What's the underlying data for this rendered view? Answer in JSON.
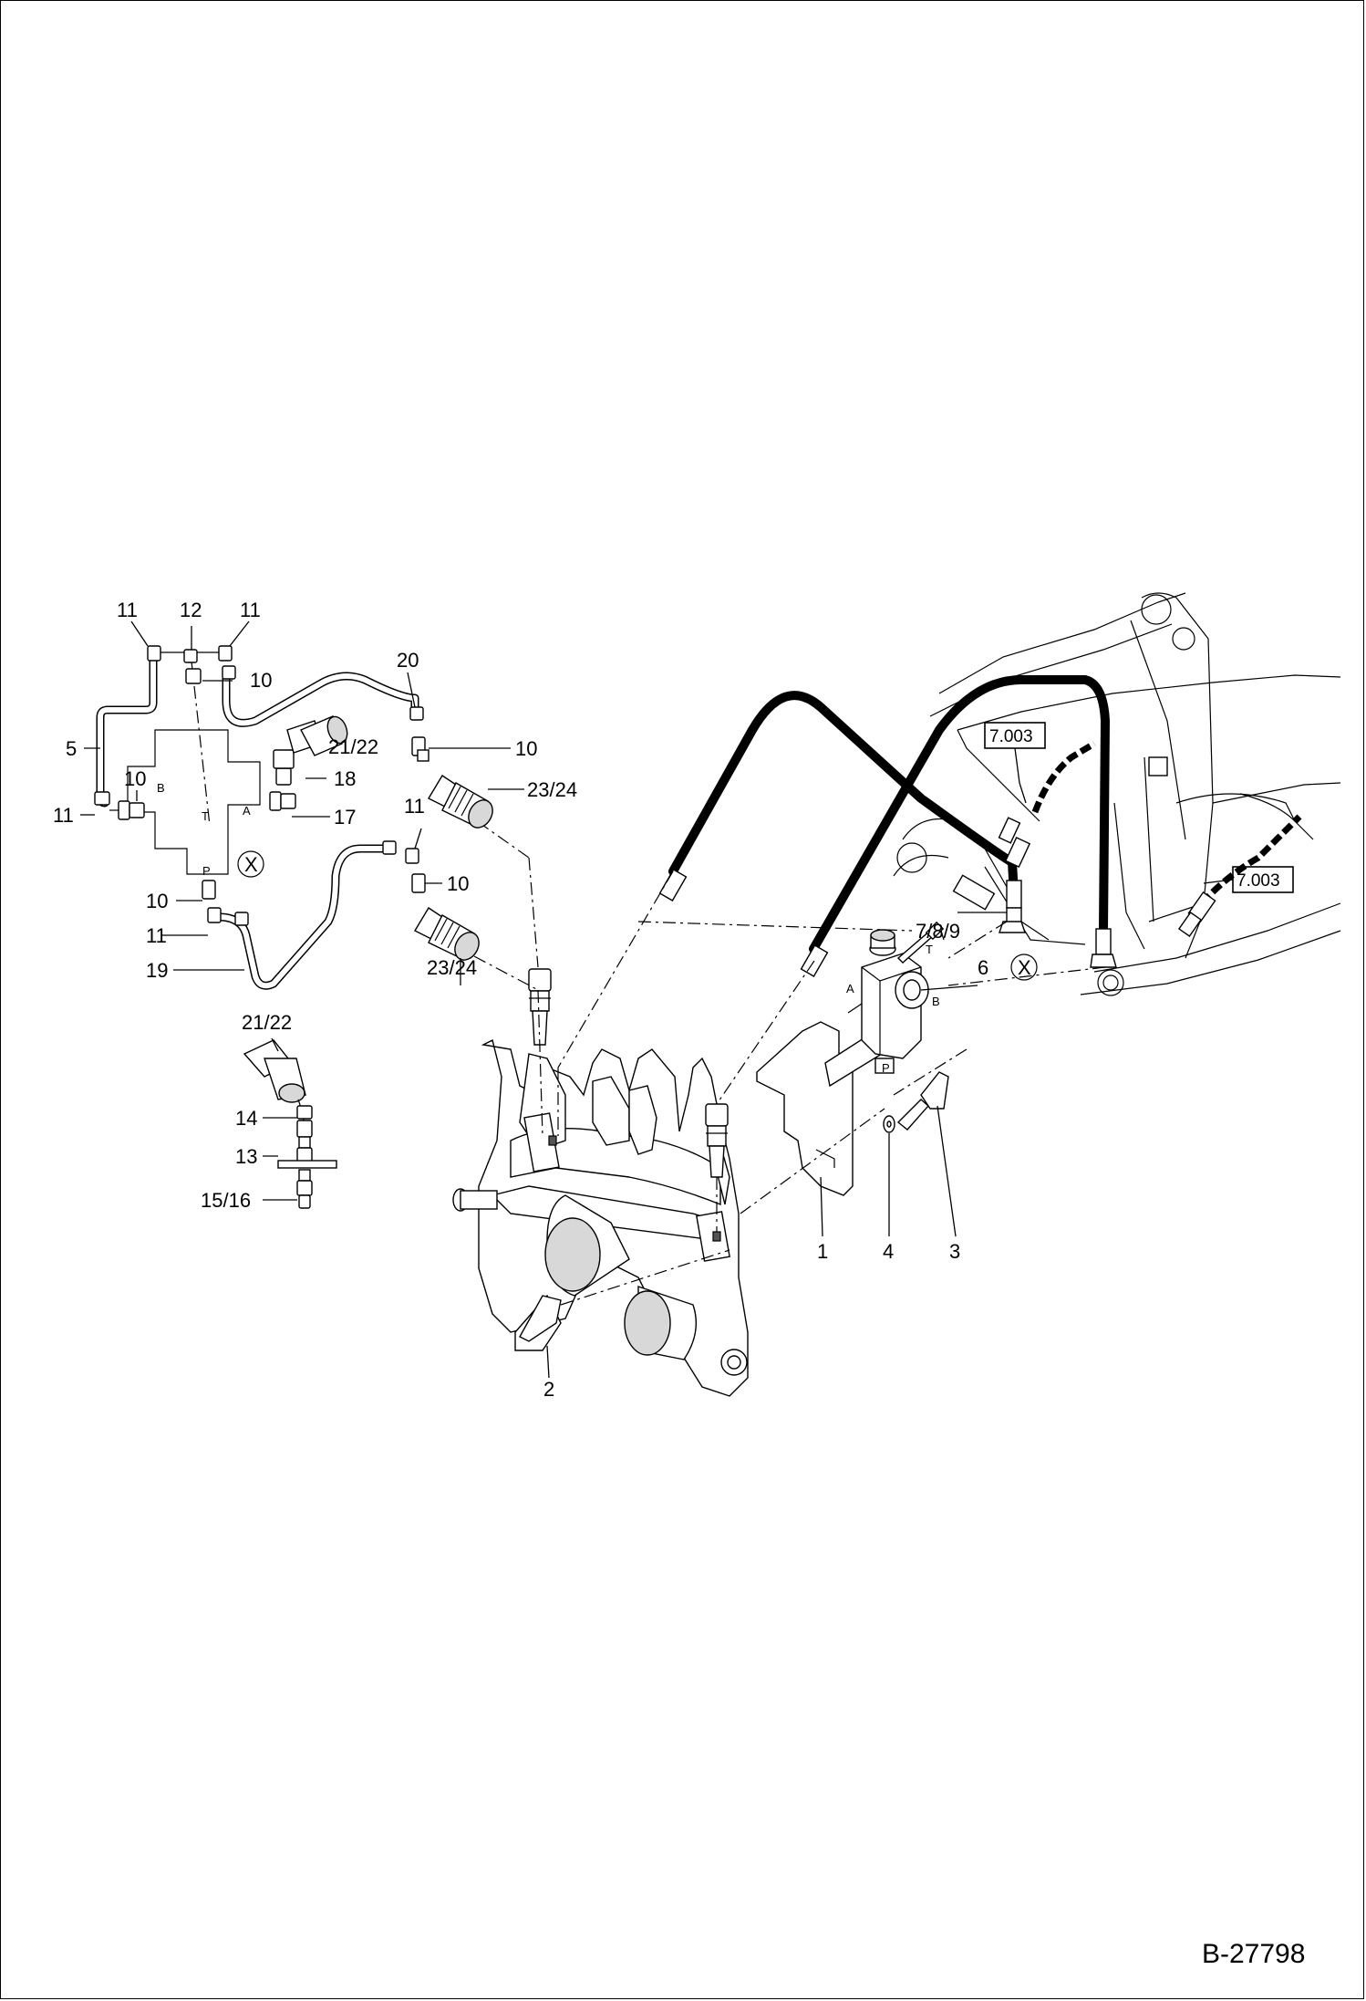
{
  "document_id": "B-27798",
  "callouts": {
    "c1": "1",
    "c2": "2",
    "c3": "3",
    "c4": "4",
    "c5": "5",
    "c6": "6",
    "c789": "7/8/9",
    "c10": "10",
    "c11": "11",
    "c12": "12",
    "c13": "13",
    "c14": "14",
    "c1516": "15/16",
    "c17": "17",
    "c18": "18",
    "c19": "19",
    "c20": "20",
    "c2122": "21/22",
    "c2324": "23/24"
  },
  "detail_marker": "X",
  "port_labels": {
    "A": "A",
    "B": "B",
    "P": "P",
    "T": "T"
  },
  "cross_references": [
    "7.003",
    "7.003"
  ]
}
